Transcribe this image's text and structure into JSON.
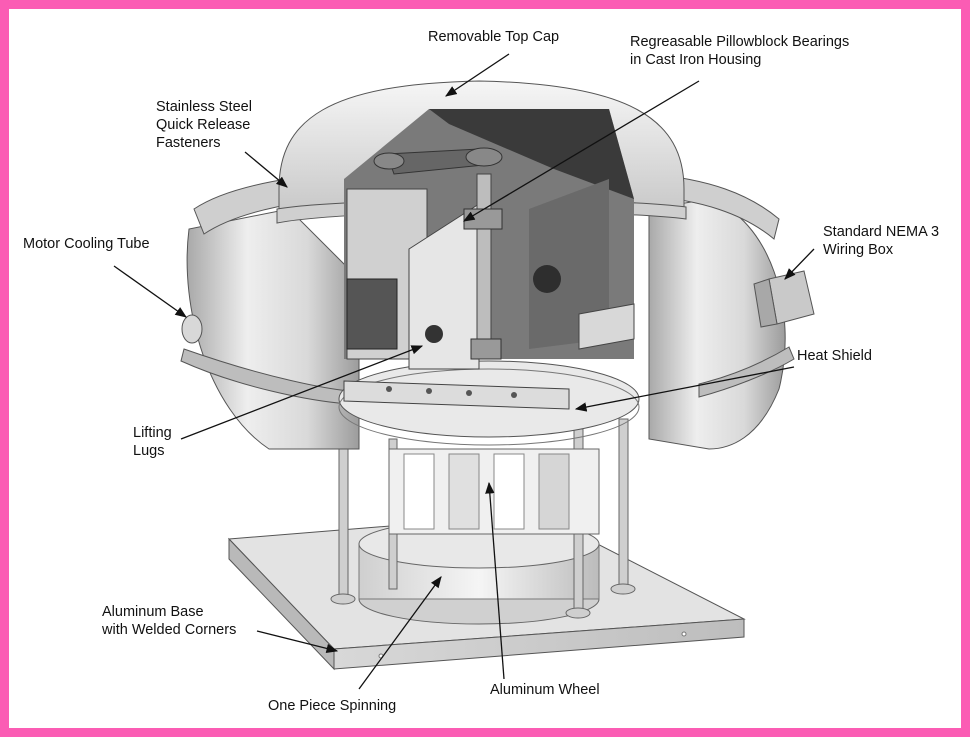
{
  "frame_color": "#fb5cb4",
  "background_color": "#ffffff",
  "callouts": {
    "removable_top_cap": "Removable Top Cap",
    "pillowblock_bearings": "Regreasable Pillowblock Bearings\n in Cast Iron Housing",
    "quick_release_fasteners": "Stainless Steel\nQuick Release\nFasteners",
    "motor_cooling_tube": "Motor Cooling Tube",
    "nema_wiring_box": "Standard NEMA 3\nWiring Box",
    "heat_shield": "Heat Shield",
    "lifting_lugs": "Lifting\nLugs",
    "aluminum_base": "Aluminum Base\nwith Welded Corners",
    "one_piece_spinning": "One Piece Spinning",
    "aluminum_wheel": "Aluminum Wheel"
  }
}
